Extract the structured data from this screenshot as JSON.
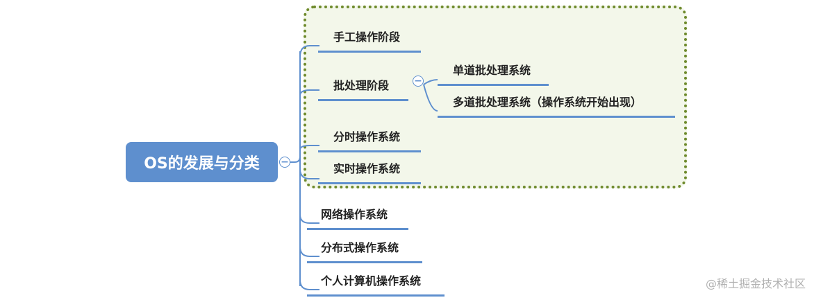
{
  "root": {
    "label": "OS的发展与分类"
  },
  "children": [
    {
      "label": "手工操作阶段"
    },
    {
      "label": "批处理阶段",
      "children": [
        {
          "label": "单道批处理系统"
        },
        {
          "label": "多道批处理系统（操作系统开始出现）"
        }
      ]
    },
    {
      "label": "分时操作系统"
    },
    {
      "label": "实时操作系统"
    },
    {
      "label": "网络操作系统"
    },
    {
      "label": "分布式操作系统"
    },
    {
      "label": "个人计算机操作系统"
    }
  ],
  "watermark": "@稀土掘金技术社区",
  "colors": {
    "accent": "#5e8fce",
    "highlight_border": "#6e8a2c",
    "highlight_fill": "#f3f7ea"
  }
}
